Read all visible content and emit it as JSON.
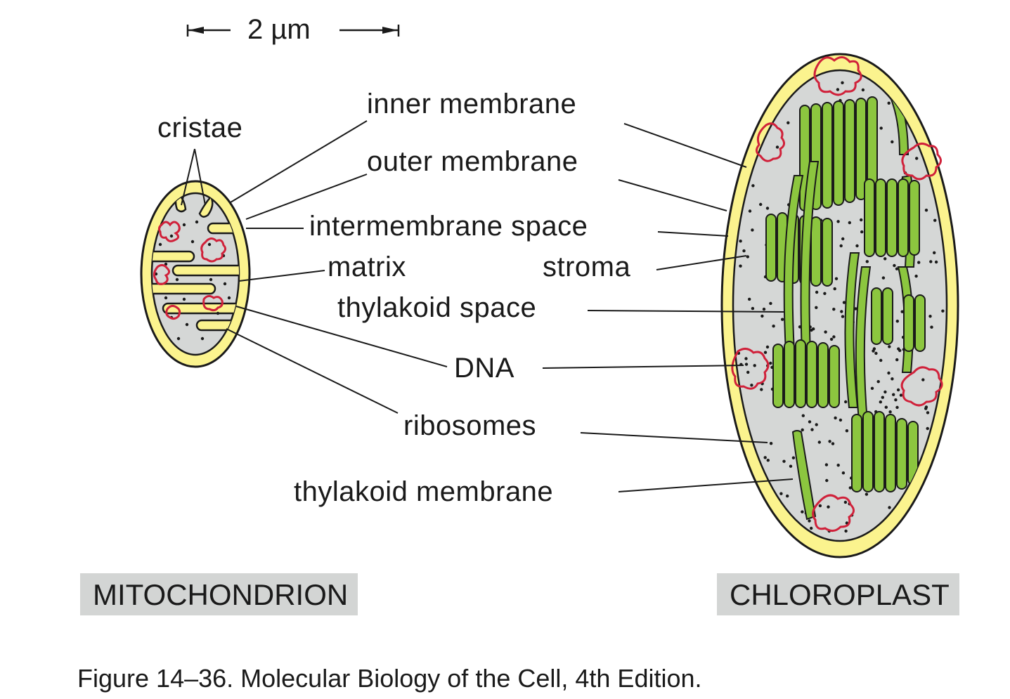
{
  "scale_bar": {
    "label": "2 µm"
  },
  "labels": {
    "cristae": "cristae",
    "inner_membrane": "inner membrane",
    "outer_membrane": "outer membrane",
    "intermembrane_space": "intermembrane space",
    "matrix": "matrix",
    "stroma": "stroma",
    "thylakoid_space": "thylakoid space",
    "dna": "DNA",
    "ribosomes": "ribosomes",
    "thylakoid_membrane": "thylakoid membrane"
  },
  "organelles": {
    "mitochondrion": "MITOCHONDRION",
    "chloroplast": "CHLOROPLAST"
  },
  "caption": "Figure 14–36. Molecular Biology of the Cell, 4th Edition.",
  "colors": {
    "membrane_yellow": "#fbf38e",
    "interior_gray": "#d5d7d6",
    "thylakoid_green": "#8cc63f",
    "dna_red": "#d0213a",
    "outline": "#1a1a1a",
    "label_box_gray": "#d3d5d4"
  }
}
